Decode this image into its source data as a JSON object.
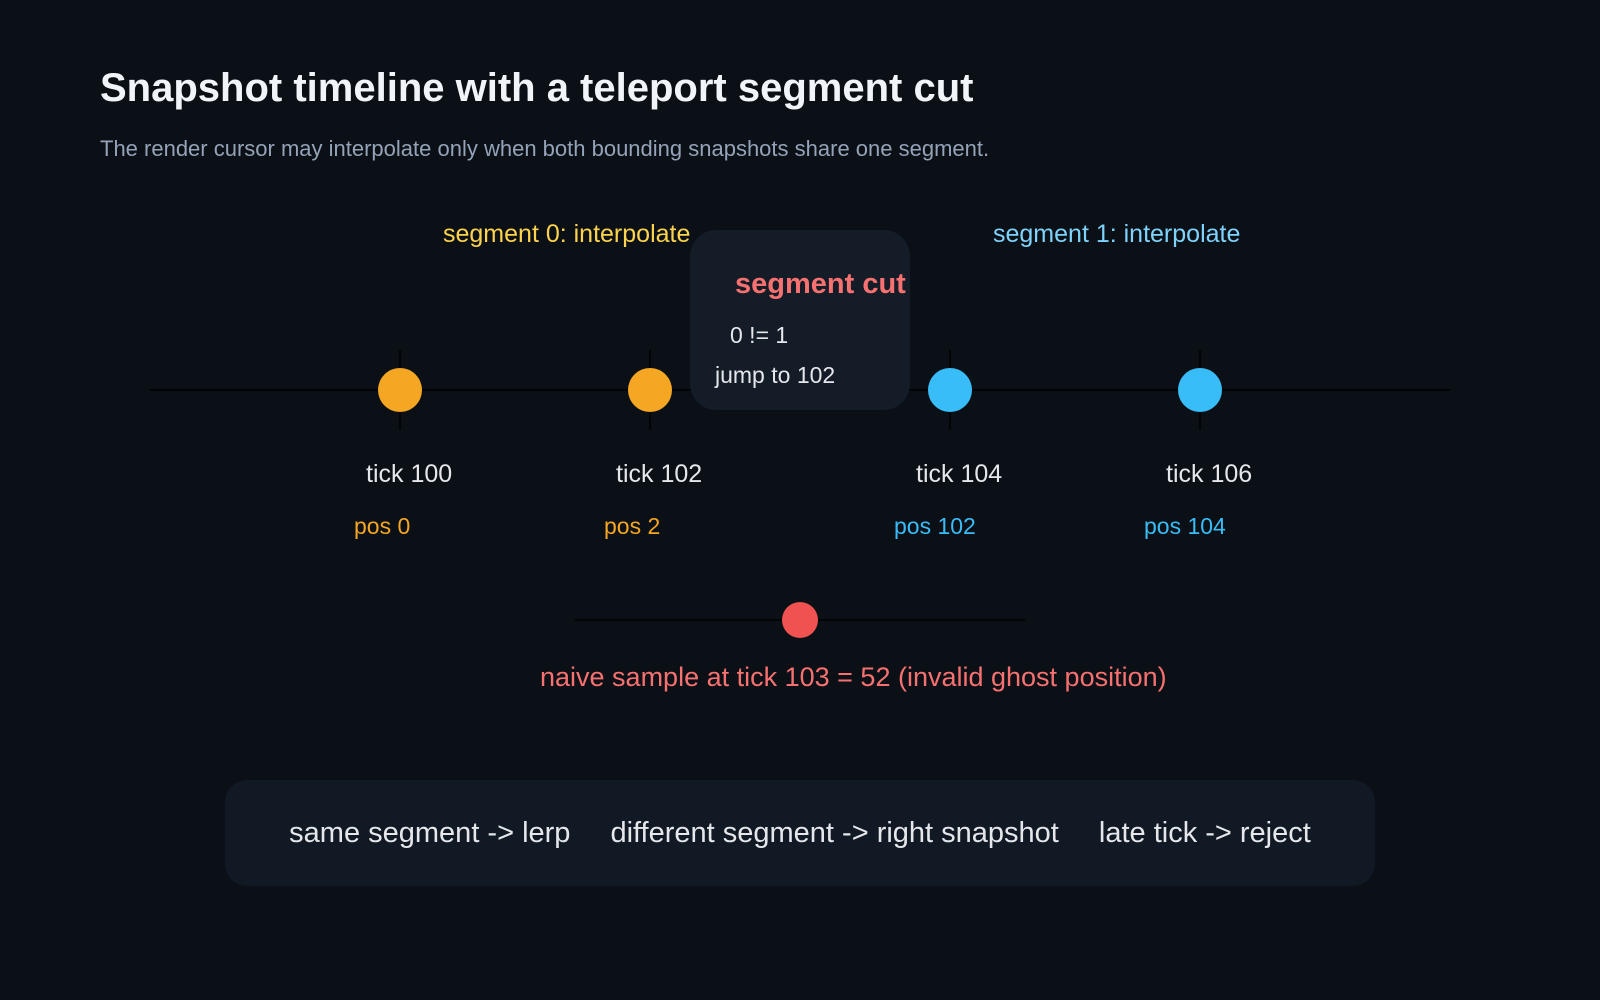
{
  "header": {
    "title": "Snapshot timeline with a teleport segment cut",
    "subtitle": "The render cursor may interpolate only when both bounding snapshots share one segment."
  },
  "segments": [
    {
      "label": "segment 0: interpolate",
      "color": "#fcd34d"
    },
    {
      "label": "segment 1: interpolate",
      "color": "#7dd3fc"
    }
  ],
  "snapshots": [
    {
      "tick": 100,
      "tick_label": "tick 100",
      "pos_label": "pos 0",
      "segment": 0
    },
    {
      "tick": 102,
      "tick_label": "tick 102",
      "pos_label": "pos 2",
      "segment": 0
    },
    {
      "tick": 104,
      "tick_label": "tick 104",
      "pos_label": "pos 102",
      "segment": 1
    },
    {
      "tick": 106,
      "tick_label": "tick 106",
      "pos_label": "pos 104",
      "segment": 1
    }
  ],
  "cut": {
    "title": "segment cut",
    "line1": "0 != 1",
    "line2": "jump to 102",
    "title_color": "#f87171"
  },
  "naive_sample": {
    "tick": 103,
    "text": "naive sample at tick 103 = 52 (invalid ghost position)",
    "color": "#f05252"
  },
  "rules": [
    "same segment -> lerp",
    "different segment -> right snapshot",
    "late tick -> reject"
  ],
  "colors": {
    "background": "#0b0f16",
    "segment0_dot": "#f5a623",
    "segment1_dot": "#38bdf8",
    "panel": "#141c27"
  }
}
